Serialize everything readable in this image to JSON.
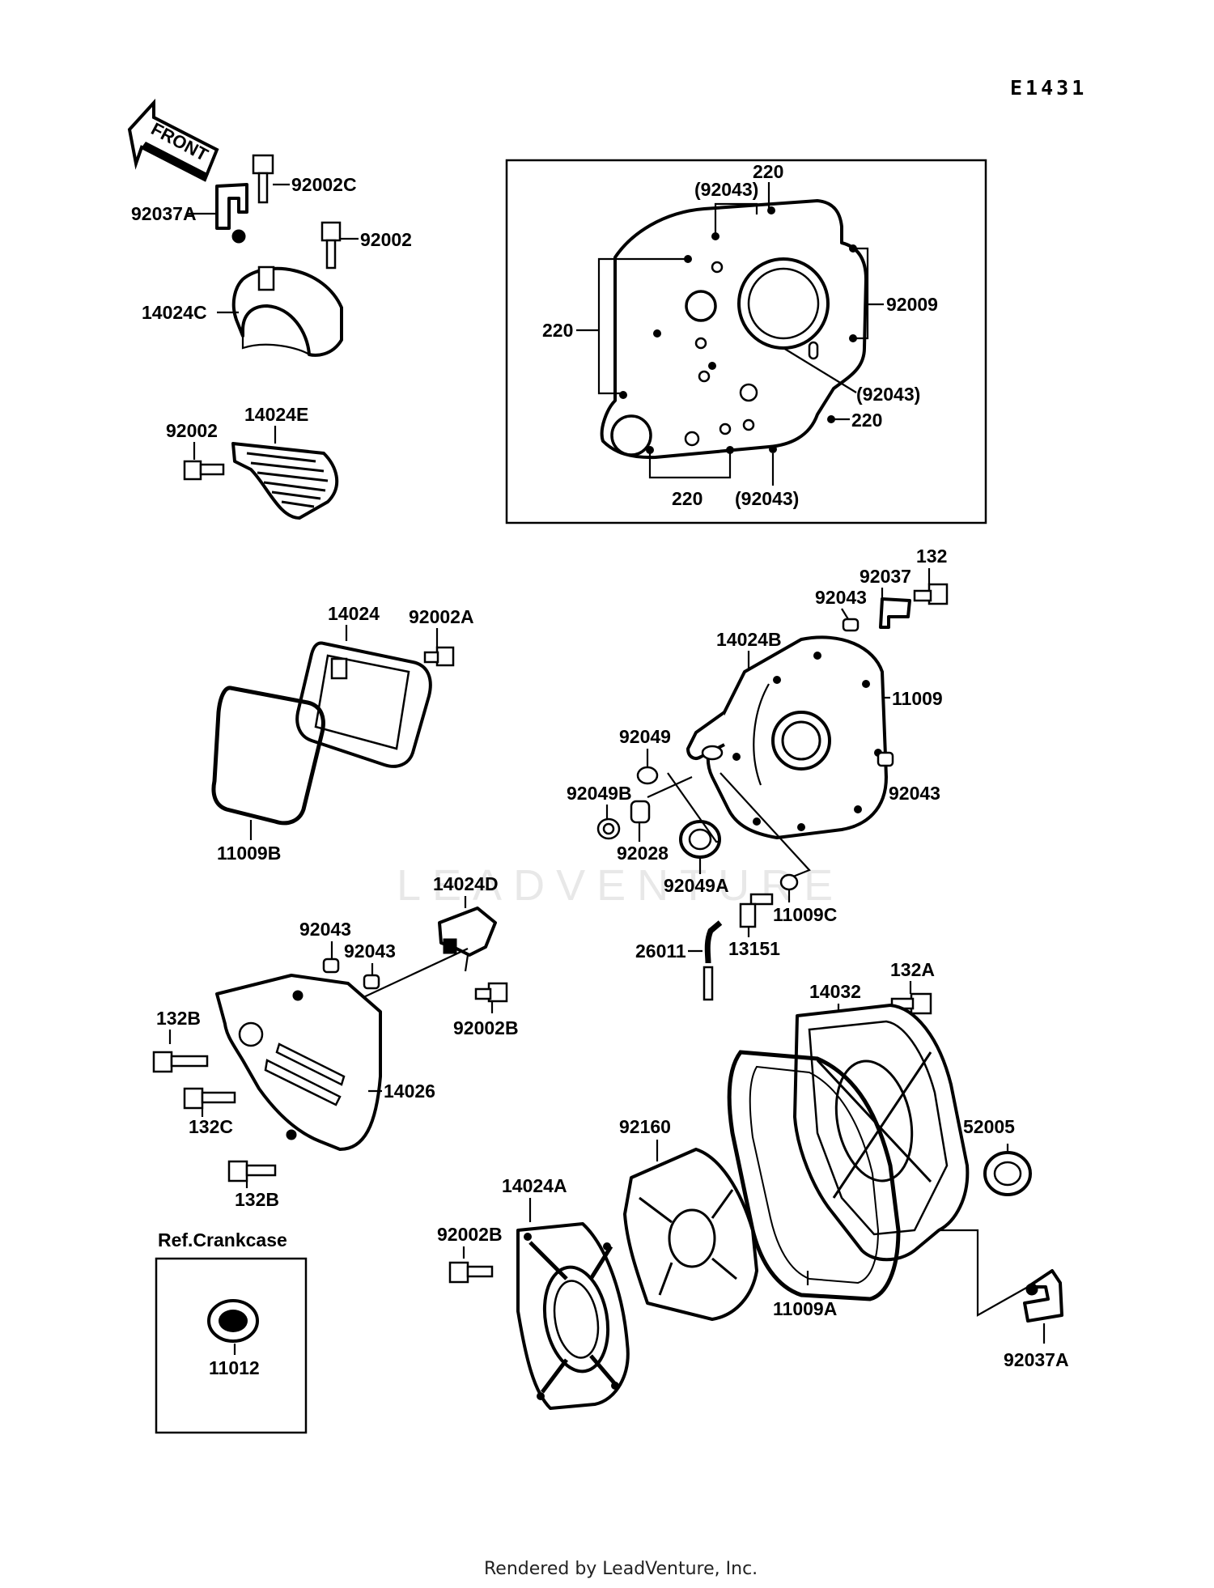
{
  "diagram_code": "E1431",
  "front_label": "FRONT",
  "ref_crankcase_title": "Ref.Crankcase",
  "watermark": "LEADVENTURE",
  "footer": "Rendered by LeadVenture, Inc.",
  "labels": {
    "p92002C": "92002C",
    "p92037A_top": "92037A",
    "p92002_top": "92002",
    "p14024C": "14024C",
    "p92002_mid": "92002",
    "p14024E": "14024E",
    "g220_top": "220",
    "g92043_top": "(92043)",
    "g220_left": "220",
    "g92009": "92009",
    "g92043_right": "(92043)",
    "g220_right": "220",
    "g220_bottom": "220",
    "g92043_bottom": "(92043)",
    "p14024": "14024",
    "p92002A": "92002A",
    "p11009B": "11009B",
    "p132": "132",
    "p92037": "92037",
    "p92043_a": "92043",
    "p14024B": "14024B",
    "p11009": "11009",
    "p92049": "92049",
    "p92043_b": "92043",
    "p92049B": "92049B",
    "p92028": "92028",
    "p92049A": "92049A",
    "p11009C": "11009C",
    "p14024D": "14024D",
    "p92043_c": "92043",
    "p92043_d": "92043",
    "p26011": "26011",
    "p13151": "13151",
    "p92002B_a": "92002B",
    "p132B_a": "132B",
    "p14026": "14026",
    "p132C": "132C",
    "p132B_b": "132B",
    "p132A": "132A",
    "p14032": "14032",
    "p92160": "92160",
    "p52005": "52005",
    "p14024A": "14024A",
    "p92002B_b": "92002B",
    "p11009A": "11009A",
    "p92037A_bottom": "92037A",
    "p11012": "11012"
  }
}
